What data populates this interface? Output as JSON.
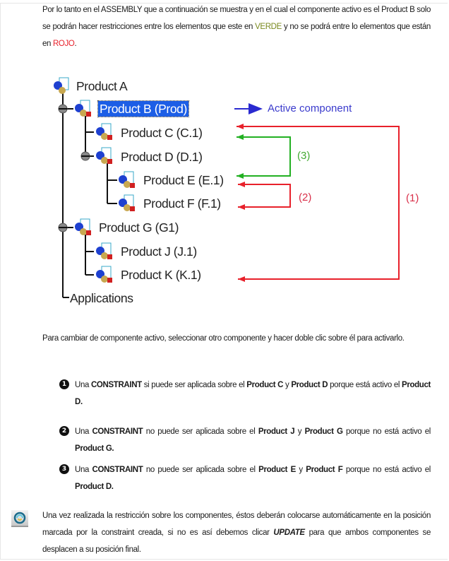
{
  "intro": {
    "p1": "Por lo tanto en el ASSEMBLY que a continuación se muestra y en el cual el componente activo es el Product B solo se podrán hacer restricciones entre los elementos que este en ",
    "green_word": "VERDE",
    "p2": " y no se podrá entre lo elementos que están en ",
    "red_word": "ROJO",
    "p3": "."
  },
  "tree": {
    "nodes": [
      {
        "label": "Product A"
      },
      {
        "label": "Product B (Prod)",
        "selected": true
      },
      {
        "label": "Product C (C.1)"
      },
      {
        "label": "Product D (D.1)"
      },
      {
        "label": "Product E (E.1)"
      },
      {
        "label": "Product F (F.1)"
      },
      {
        "label": "Product G (G1)"
      },
      {
        "label": "Product J (J.1)"
      },
      {
        "label": "Product K (K.1)"
      },
      {
        "label": "Applications"
      }
    ]
  },
  "annotations": {
    "active_component": "Active component",
    "label_1": "(1)",
    "label_2": "(2)",
    "label_3": "(3)",
    "colors": {
      "blue": "#2a2ad0",
      "green": "#22b022",
      "red": "#e8212b",
      "label_red": "#d9304a",
      "label_green": "#44aa33",
      "label_blue": "#3a3acc"
    }
  },
  "change_active": "Para cambiar de componente activo, seleccionar otro componente y hacer doble clic sobre él para activarlo.",
  "list": [
    {
      "num": "1",
      "t1": "Una ",
      "b1": "CONSTRAINT",
      "t2": " si puede ser aplicada sobre el ",
      "b2": "Product C",
      "t3": " y ",
      "b3": "Product D",
      "t4": " porque está activo el ",
      "b4": "Product D."
    },
    {
      "num": "2",
      "t1": "Una ",
      "b1": "CONSTRAINT",
      "t2": " no puede ser aplicada sobre el ",
      "b2": "Product J",
      "t3": " y ",
      "b3": "Product G",
      "t4": " porque no está activo el ",
      "b4": "Product G."
    },
    {
      "num": "3",
      "t1": "Una ",
      "b1": "CONSTRAINT",
      "t2": " no puede ser aplicada sobre el ",
      "b2": "Product E",
      "t3": " y ",
      "b3": "Product F",
      "t4": " porque no está activo el ",
      "b4": "Product D."
    }
  ],
  "update_note": {
    "icon": "update-icon",
    "t1": "Una vez realizada la restricción sobre los componentes, éstos deberán colocarse automáticamente en la posición marcada por la constraint creada, si no es así debemos clicar ",
    "bold_italic": "UPDATE",
    "t2": " para que ambos componentes se desplacen a su posición final."
  }
}
